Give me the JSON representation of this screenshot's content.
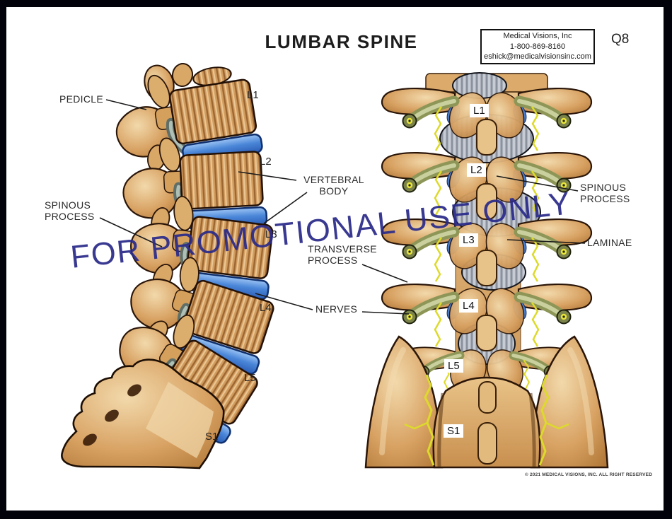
{
  "header": {
    "title": "LUMBAR SPINE",
    "vendor_box": {
      "company": "Medical Visions, Inc",
      "phone": "1-800-869-8160",
      "email": "eshick@medicalvisionsinc.com"
    },
    "code": "Q8"
  },
  "watermark": {
    "text": "FOR PROMOTIONAL USE ONLY",
    "color": "#2b2b8a"
  },
  "labels": {
    "pedicle": "PEDICLE",
    "spinous_process": "SPINOUS PROCESS",
    "vertebral_body": "VERTEBRAL BODY",
    "transverse_process": "TRANSVERSE PROCESS",
    "laminae": "LAMINAE",
    "nerves": "NERVES"
  },
  "levels": [
    "L1",
    "L2",
    "L3",
    "L4",
    "L5",
    "S1"
  ],
  "views": {
    "lateral": "lateral view of lumbar spine",
    "posterior": "posterior view of lumbar spine"
  },
  "footer": {
    "copyright": "© 2021 MEDICAL VISIONS, INC. ALL RIGHT RESERVED"
  },
  "palette": {
    "bone": "#d29c5e",
    "bone_dark": "#8a5424",
    "bone_light": "#efcf9d",
    "disc_blue": "#4a86d8",
    "nerve_gray": "#5f6f68",
    "nerve_olive": "#8d9657",
    "nerve_yellow": "#e6e332",
    "interlaminar_gray": "#c6cbd4",
    "label_ink": "#2b2b2b",
    "frame": "#02030a"
  }
}
